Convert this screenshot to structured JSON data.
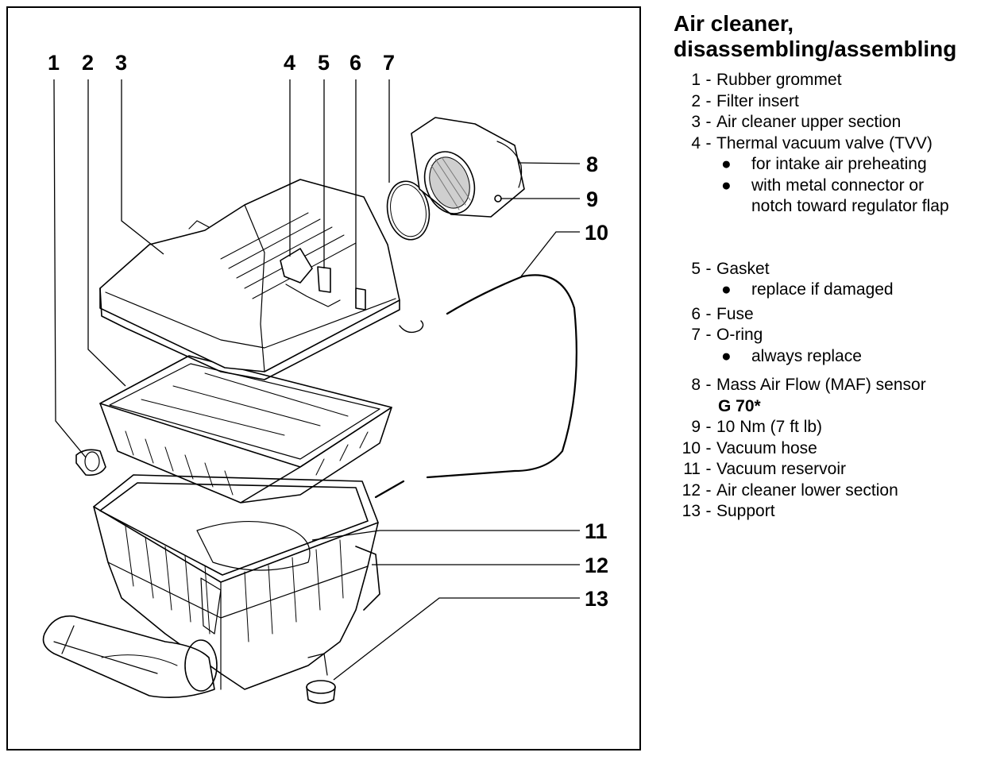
{
  "diagram": {
    "callouts": [
      {
        "id": "1",
        "label": "1"
      },
      {
        "id": "2",
        "label": "2"
      },
      {
        "id": "3",
        "label": "3"
      },
      {
        "id": "4",
        "label": "4"
      },
      {
        "id": "5",
        "label": "5"
      },
      {
        "id": "6",
        "label": "6"
      },
      {
        "id": "7",
        "label": "7"
      },
      {
        "id": "8",
        "label": "8"
      },
      {
        "id": "9",
        "label": "9"
      },
      {
        "id": "10",
        "label": "10"
      },
      {
        "id": "11",
        "label": "11"
      },
      {
        "id": "12",
        "label": "12"
      },
      {
        "id": "13",
        "label": "13"
      }
    ]
  },
  "legend": {
    "title_line1": "Air cleaner,",
    "title_line2": "disassembling/assembling",
    "bullet_char": "●",
    "items": [
      {
        "num": "1",
        "text": "Rubber grommet",
        "subs": []
      },
      {
        "num": "2",
        "text": "Filter insert",
        "subs": []
      },
      {
        "num": "3",
        "text": "Air cleaner upper section",
        "subs": []
      },
      {
        "num": "4",
        "text": "Thermal vacuum valve (TVV)",
        "subs": [
          "for intake air preheating",
          "with metal connector or",
          "notch toward regulator flap"
        ]
      },
      {
        "num": "5",
        "text": "Gasket",
        "subs": [
          "replace if damaged"
        ]
      },
      {
        "num": "6",
        "text": "Fuse",
        "subs": []
      },
      {
        "num": "7",
        "text": "O-ring",
        "subs": [
          "always replace"
        ]
      },
      {
        "num": "8",
        "text": "Mass Air Flow (MAF) sensor",
        "subs": [
          "G 70*"
        ]
      },
      {
        "num": "9",
        "text": "10 Nm (7 ft lb)",
        "subs": []
      },
      {
        "num": "10",
        "text": "Vacuum hose",
        "subs": []
      },
      {
        "num": "11",
        "text": "Vacuum reservoir",
        "subs": []
      },
      {
        "num": "12",
        "text": "Air cleaner lower section",
        "subs": []
      },
      {
        "num": "13",
        "text": "Support",
        "subs": []
      }
    ]
  }
}
